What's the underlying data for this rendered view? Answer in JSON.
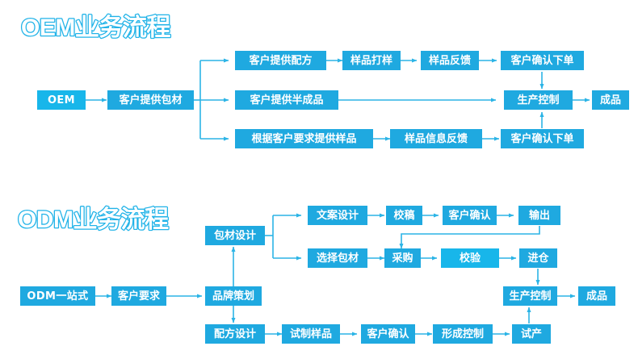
{
  "page": {
    "background": "#ffffff",
    "accent": "#1fa9e0",
    "accent_light": "#18b6ea",
    "line_color": "#2bb4e6"
  },
  "sections": [
    {
      "id": "oem",
      "title": "OEM业务流程",
      "nodes": {
        "oem": "OEM",
        "baocai": "客户提供包材",
        "peifang": "客户提供配方",
        "dayang": "样品打样",
        "fankui": "样品反馈",
        "queren1": "客户确认下单",
        "bancheng": "客户提供半成品",
        "shengchan": "生产控制",
        "chengpin": "成品",
        "yangpin": "根据客户要求提供样品",
        "xinxi": "样品信息反馈",
        "queren2": "客户确认下单"
      }
    },
    {
      "id": "odm",
      "title": "ODM业务流程",
      "nodes": {
        "odm": "ODM一站式",
        "yaoqiu": "客户要求",
        "cehua": "品牌策划",
        "baocaisheji": "包材设计",
        "wenan": "文案设计",
        "jiaogao": "校稿",
        "queren1": "客户确认",
        "shuchu": "输出",
        "xuanze": "选择包材",
        "caigou": "采购",
        "jiaoyan": "校验",
        "jincang": "进仓",
        "shengchan": "生产控制",
        "chengpin": "成品",
        "peifang": "配方设计",
        "shizhi": "试制样品",
        "queren2": "客户确认",
        "xingcheng": "形成控制",
        "shichan": "试产"
      }
    }
  ]
}
